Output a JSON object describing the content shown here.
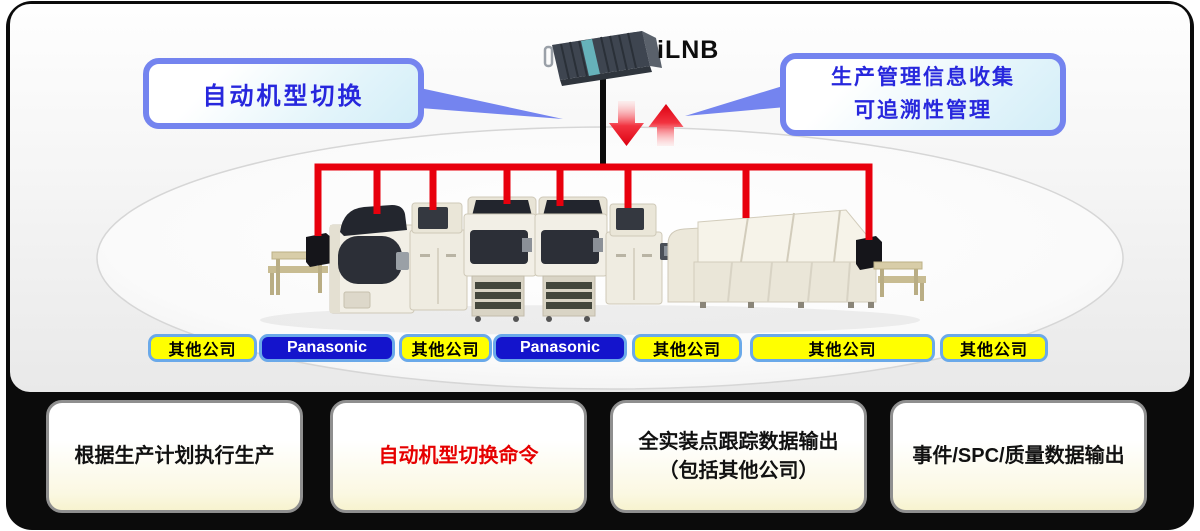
{
  "server": {
    "label": "iLNB"
  },
  "callouts": {
    "left": {
      "text": "自动机型切换"
    },
    "right": {
      "line1": "生产管理信息收集",
      "line2": "可追溯性管理"
    }
  },
  "vendor_labels": [
    {
      "text": "其他公司"
    },
    {
      "text": "Panasonic"
    },
    {
      "text": "其他公司"
    },
    {
      "text": "Panasonic"
    },
    {
      "text": "其他公司"
    },
    {
      "text": "其他公司"
    },
    {
      "text": "其他公司"
    }
  ],
  "footer_cards": [
    {
      "line1": "根据生产计划执行生产",
      "line2": ""
    },
    {
      "line1": "自动机型切换命令",
      "line2": ""
    },
    {
      "line1": "全实装点跟踪数据输出",
      "line2": "（包括其他公司）"
    },
    {
      "line1": "事件/SPC/质量数据输出",
      "line2": ""
    }
  ],
  "colors": {
    "network_red": "#e8000d",
    "callout_border": "#7484ef",
    "callout_text": "#2727dd",
    "label_border": "#6aa9e9",
    "label_yellow": "#ffff00",
    "panasonic_blue": "#1414cc",
    "card_highlight_red": "#e60000",
    "footer_background": "#0b0b0b",
    "server_teal": "#66b2ba"
  }
}
